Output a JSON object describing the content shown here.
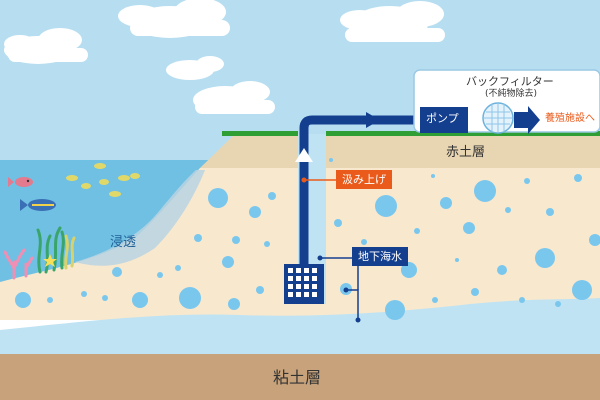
{
  "labels": {
    "clay_layer": "粘土層",
    "red_soil_layer": "赤土層",
    "pump_up": "汲み上げ",
    "groundwater": "地下海水",
    "infiltration": "浸透",
    "pump": "ポンプ",
    "bag_filter": "バックフィルター",
    "bag_filter_note": "(不純物除去)",
    "to_farm": "養殖施設へ"
  },
  "colors": {
    "sky": "#b7def0",
    "sea": "#6fc0e3",
    "sand": "#f8e8ce",
    "red_soil": "#e8d5b2",
    "clay": "#c7a27a",
    "grass": "#2e9e35",
    "pipe": "#143f8f",
    "tag_orange": "#ea5a1a",
    "bubble": "#7ac7ee",
    "water_band": "#bfe3f3"
  },
  "icons": [
    "cloud-icon",
    "fish-icon",
    "seaweed-icon",
    "coral-icon",
    "starfish-icon",
    "well-screen-icon",
    "bag-filter-icon",
    "arrow-icon"
  ]
}
